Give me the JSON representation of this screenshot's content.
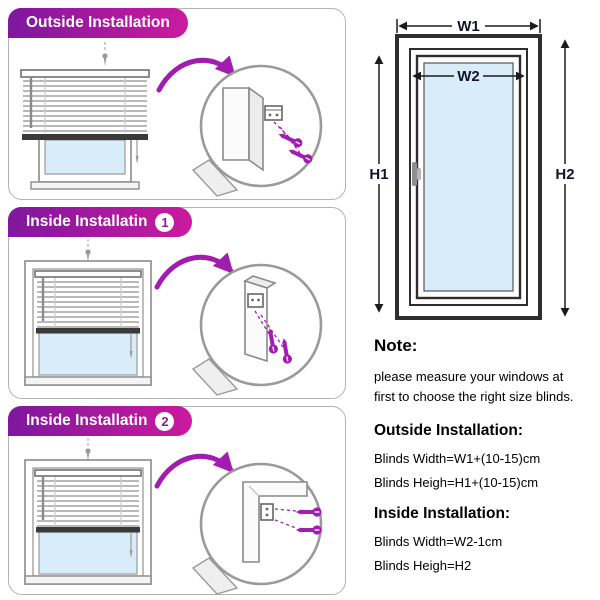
{
  "colors": {
    "accent_start": "#7e189e",
    "accent_end": "#cb1a9e",
    "accent": "#a21caf",
    "glass": "#d8edf9"
  },
  "panels": [
    {
      "title": "Outside Installation",
      "badge": ""
    },
    {
      "title": "Inside Installatin",
      "badge": "1"
    },
    {
      "title": "Inside Installatin",
      "badge": "2"
    }
  ],
  "diagram": {
    "w1": "W1",
    "w2": "W2",
    "h1": "H1",
    "h2": "H2"
  },
  "note": {
    "heading": "Note:",
    "lines": [
      "please measure your windows at",
      "first to choose the right size blinds."
    ]
  },
  "outside_section": {
    "heading": "Outside Installation:",
    "width_formula": "Blinds Width=W1+(10-15)cm",
    "height_formula": "Blinds Heigh=H1+(10-15)cm"
  },
  "inside_section": {
    "heading": "Inside Installation:",
    "width_formula": "Blinds Width=W2-1cm",
    "height_formula": "Blinds Heigh=H2"
  }
}
